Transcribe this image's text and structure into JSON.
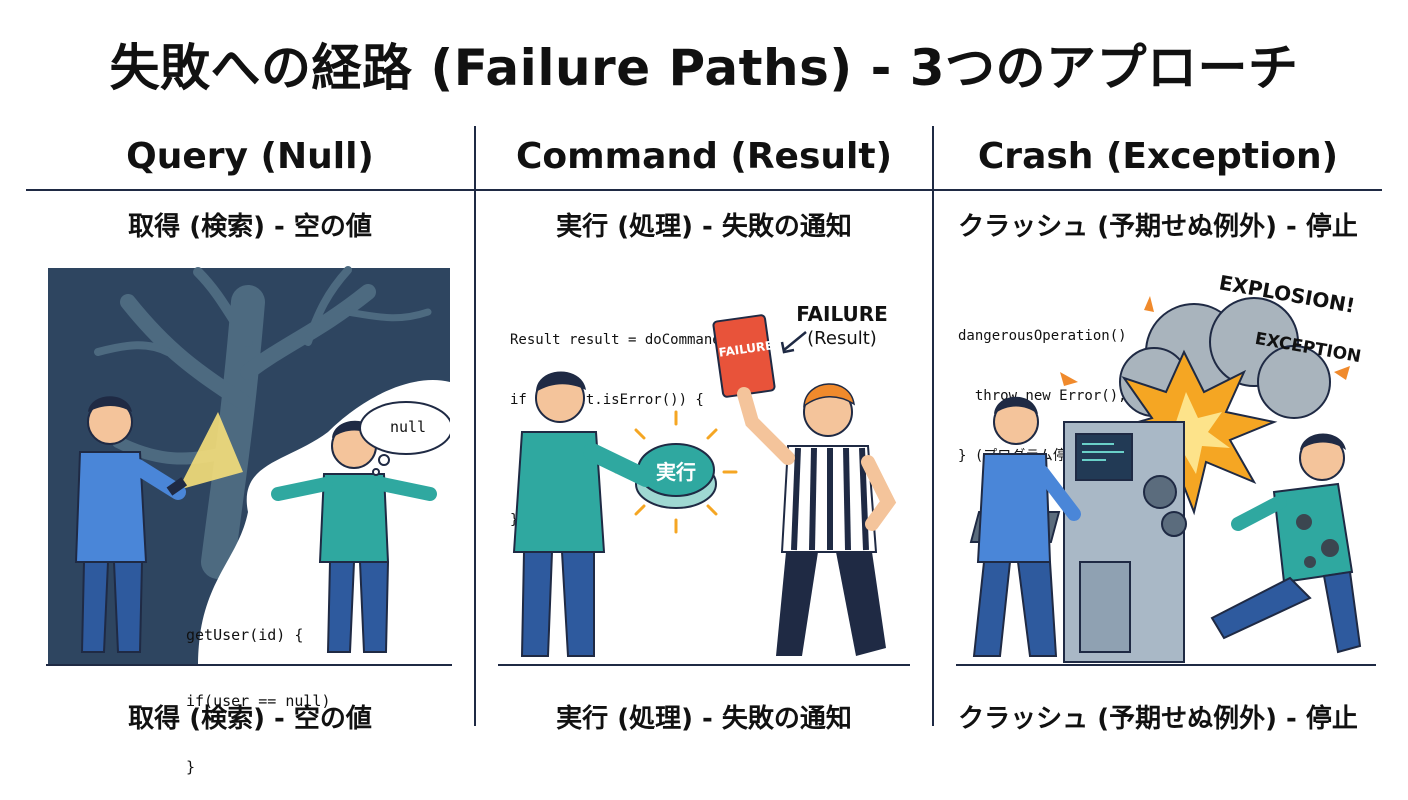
{
  "title": "失敗への経路 (Failure Paths) - 3つのアプローチ",
  "columns": [
    {
      "heading": "Query (Null)",
      "subtitle": "取得 (検索) - 空の値",
      "footer": "取得 (検索) - 空の値",
      "bubble": "null",
      "code": [
        "getUser(id) {",
        "if(user == null)",
        "}"
      ]
    },
    {
      "heading": "Command (Result)",
      "subtitle": "実行 (処理) - 失敗の通知",
      "footer": "実行 (処理) - 失敗の通知",
      "code": [
        "Result result = doCommand();",
        "if (result.isError()) {",
        "  ...",
        "}"
      ],
      "card_label": "FAILURE",
      "failure_label": "FAILURE",
      "failure_sub": "(Result)",
      "button_label": "実行"
    },
    {
      "heading": "Crash (Exception)",
      "subtitle": "クラッシュ (予期せぬ例外) - 停止",
      "footer": "クラッシュ (予期せぬ例外) - 停止",
      "code": [
        "dangerousOperation()",
        "  throw new Error();",
        "} (プログラム停止)"
      ],
      "explosion": "EXPLOSION!",
      "exception": "EXCEPTION"
    }
  ],
  "colors": {
    "navy": "#1f2a44",
    "night": "#2e4560",
    "tree": "#4d6a80",
    "teal": "#2fa8a0",
    "blue": "#4a86d8",
    "red": "#e8533a",
    "orange": "#f5a623"
  }
}
